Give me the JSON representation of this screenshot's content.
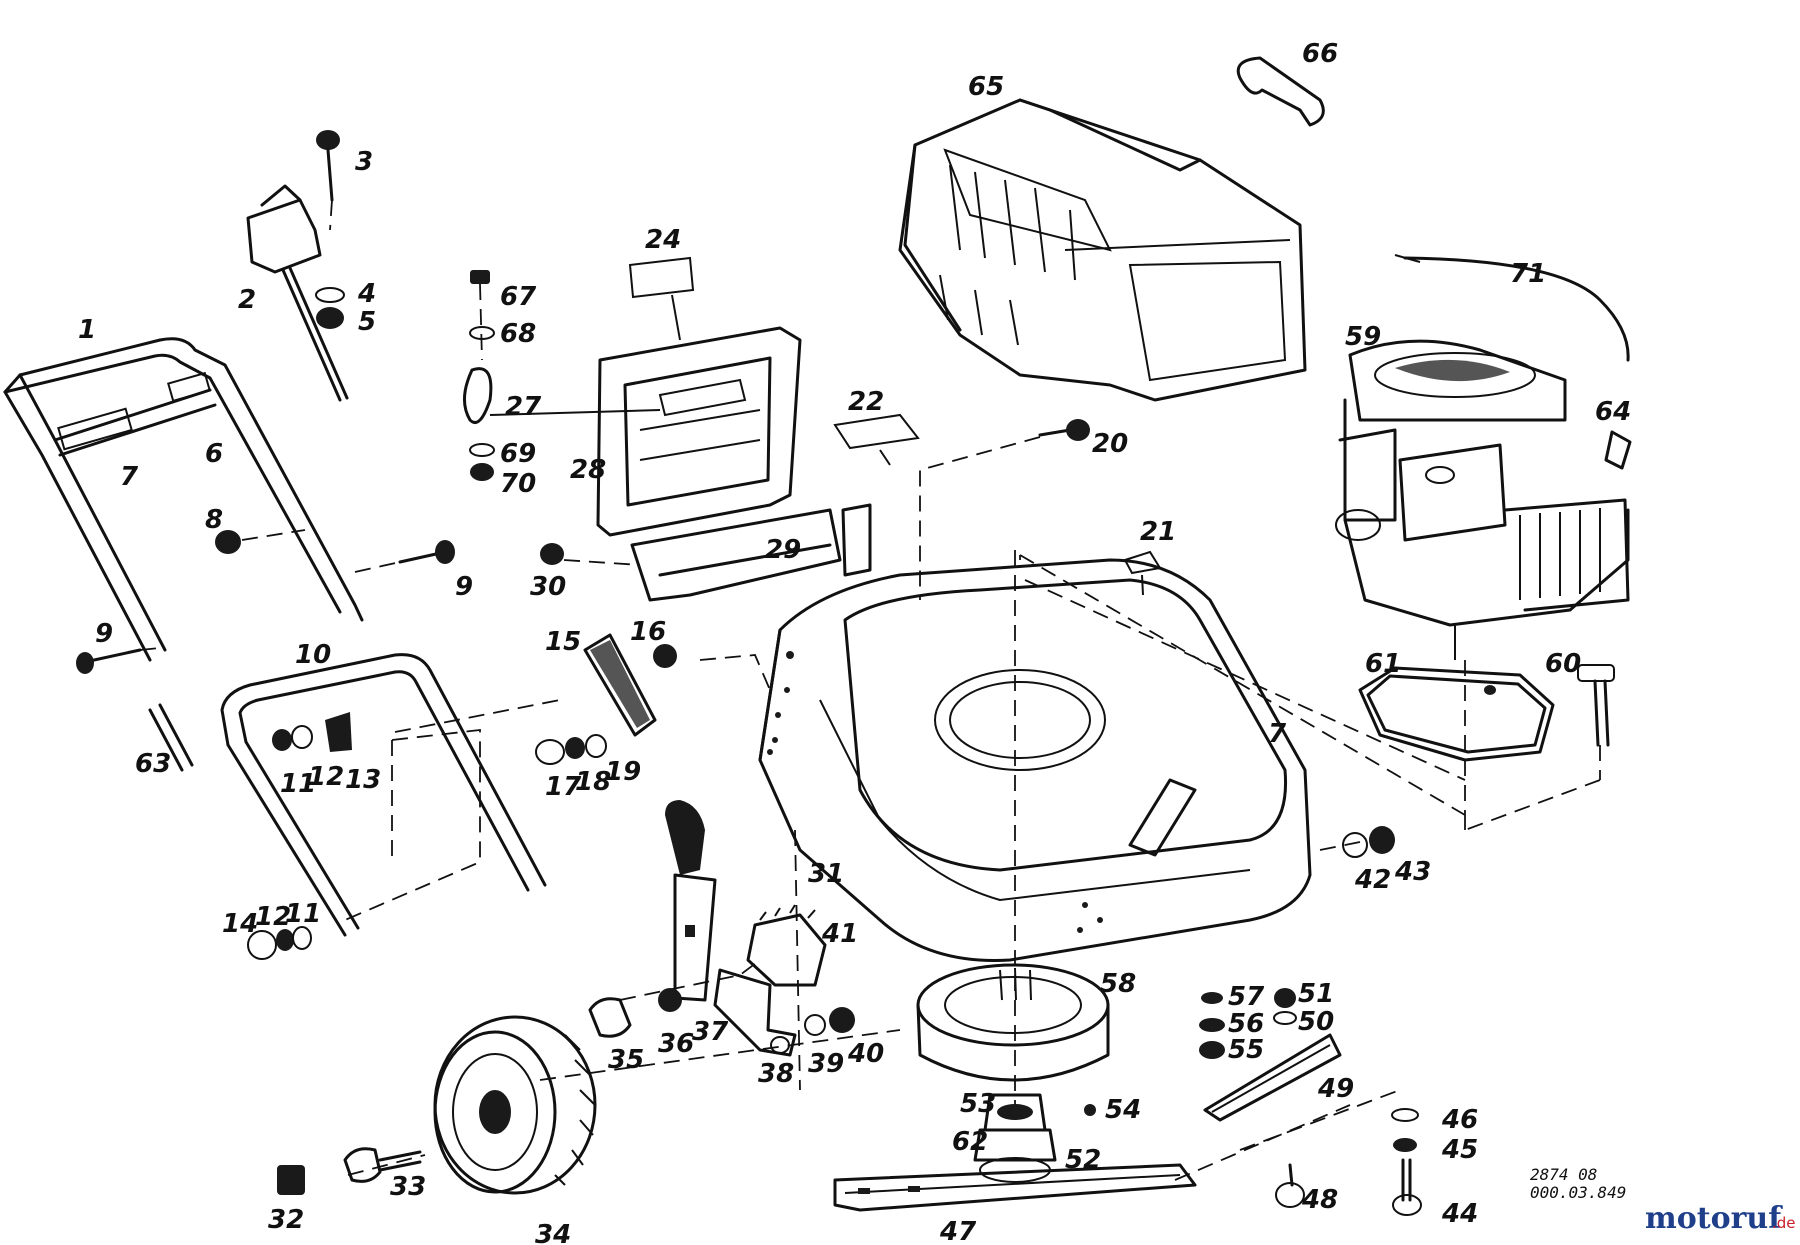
{
  "labels": {
    "p1": "1",
    "p2": "2",
    "p3": "3",
    "p4": "4",
    "p5": "5",
    "p6": "6",
    "p7a": "7",
    "p7b": "7",
    "p8": "8",
    "p9a": "9",
    "p9b": "9",
    "p10": "10",
    "p11a": "11",
    "p11b": "11",
    "p12a": "12",
    "p12b": "12",
    "p13": "13",
    "p14": "14",
    "p15": "15",
    "p16": "16",
    "p17": "17",
    "p18": "18",
    "p19": "19",
    "p20": "20",
    "p21": "21",
    "p22": "22",
    "p24": "24",
    "p27": "27",
    "p28": "28",
    "p29": "29",
    "p30": "30",
    "p31": "31",
    "p32": "32",
    "p33": "33",
    "p34": "34",
    "p35": "35",
    "p36": "36",
    "p37": "37",
    "p38": "38",
    "p39": "39",
    "p40": "40",
    "p41": "41",
    "p42": "42",
    "p43": "43",
    "p44": "44",
    "p45": "45",
    "p46": "46",
    "p47": "47",
    "p48": "48",
    "p49": "49",
    "p50": "50",
    "p51": "51",
    "p52": "52",
    "p53": "53",
    "p54": "54",
    "p55": "55",
    "p56": "56",
    "p57": "57",
    "p58": "58",
    "p59": "59",
    "p60": "60",
    "p61": "61",
    "p62": "62",
    "p63": "63",
    "p64": "64",
    "p65": "65",
    "p66": "66",
    "p67": "67",
    "p68": "68",
    "p69": "69",
    "p70": "70",
    "p71": "71"
  },
  "drawing_ref": {
    "line1": "2874 08",
    "line2": "000.03.849"
  },
  "watermark": {
    "brand": "motoruf",
    "tld": ".de"
  },
  "colors": {
    "ink": "#111111",
    "background": "#ffffff",
    "watermark_primary": "#1f3f8a",
    "watermark_accent": "#c8202c"
  }
}
